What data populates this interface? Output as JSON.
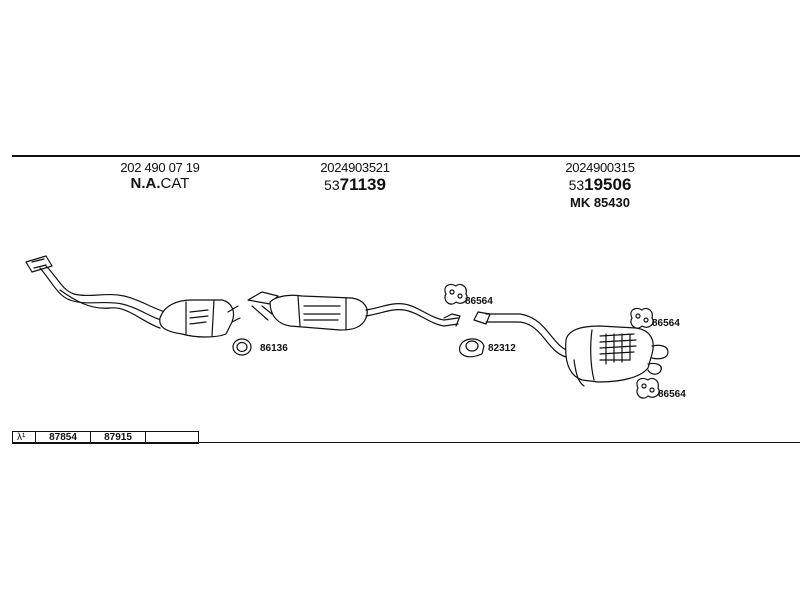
{
  "parts": [
    {
      "number": "202 490 07 19",
      "name_main": "N.A.",
      "name_suffix": "CAT"
    },
    {
      "number": "2024903521",
      "name_prefix": "53",
      "name_main": "71139"
    },
    {
      "number": "2024900315",
      "name_prefix": "53",
      "name_main": "19506",
      "mk": "MK  85430"
    }
  ],
  "callouts": {
    "clamp_front": "86136",
    "bracket_mid": "86564",
    "clamp_mid": "82312",
    "bracket_rear_top": "86564",
    "bracket_rear_bottom": "86564"
  },
  "sensor_table": {
    "symbol": "λ¹",
    "values": [
      "87854",
      "87915",
      ""
    ]
  }
}
